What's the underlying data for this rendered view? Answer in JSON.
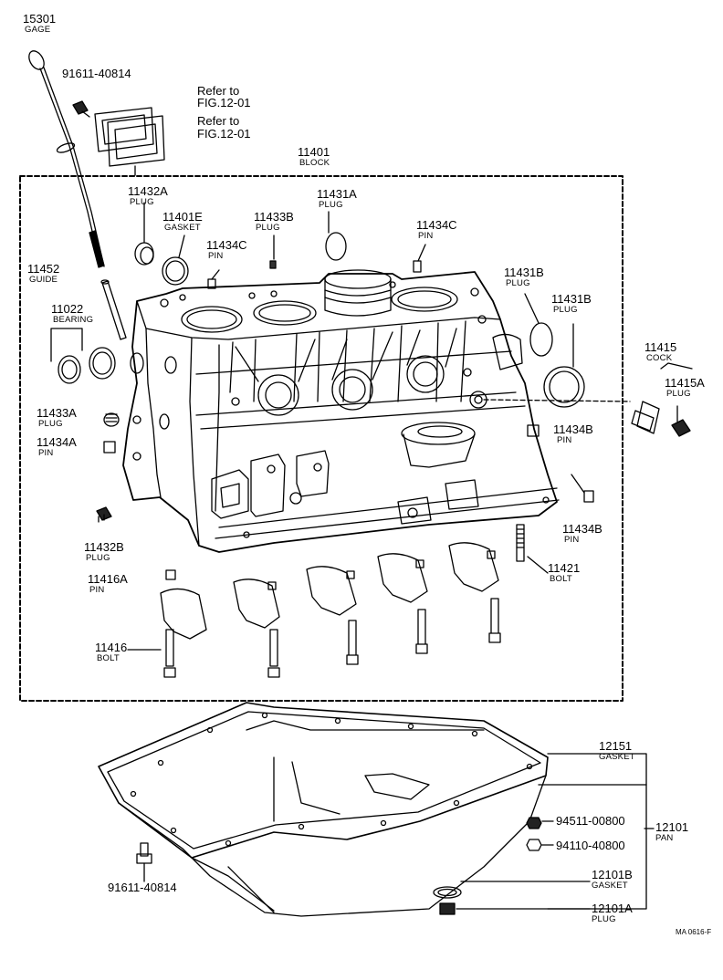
{
  "labels": {
    "p15301": {
      "num": "15301",
      "name": "GAGE"
    },
    "p91611_top": {
      "num": "91611-40814"
    },
    "ref1": {
      "l1": "Refer to",
      "l2": "FIG.12-01"
    },
    "ref2": {
      "l1": "Refer to",
      "l2": "FIG.12-01"
    },
    "p11401": {
      "num": "11401",
      "name": "BLOCK"
    },
    "p11432A": {
      "num": "11432A",
      "name": "PLUG"
    },
    "p11401E": {
      "num": "11401E",
      "name": "GASKET"
    },
    "p11433B": {
      "num": "11433B",
      "name": "PLUG"
    },
    "p11434C_a": {
      "num": "11434C",
      "name": "PIN"
    },
    "p11431A": {
      "num": "11431A",
      "name": "PLUG"
    },
    "p11434C_b": {
      "num": "11434C",
      "name": "PIN"
    },
    "p11452": {
      "num": "11452",
      "name": "GUIDE"
    },
    "p11022": {
      "num": "11022",
      "name": "BEARING"
    },
    "p11431B_a": {
      "num": "11431B",
      "name": "PLUG"
    },
    "p11431B_b": {
      "num": "11431B",
      "name": "PLUG"
    },
    "p11415": {
      "num": "11415",
      "name": "COCK"
    },
    "p11415A": {
      "num": "11415A",
      "name": "PLUG"
    },
    "p11433A": {
      "num": "11433A",
      "name": "PLUG"
    },
    "p11434A": {
      "num": "11434A",
      "name": "PIN"
    },
    "p11434B_a": {
      "num": "11434B",
      "name": "PIN"
    },
    "p11434B_b": {
      "num": "11434B",
      "name": "PIN"
    },
    "p11432B": {
      "num": "11432B",
      "name": "PLUG"
    },
    "p11421": {
      "num": "11421",
      "name": "BOLT"
    },
    "p11416A": {
      "num": "11416A",
      "name": "PIN"
    },
    "p11416": {
      "num": "11416",
      "name": "BOLT"
    },
    "p12151": {
      "num": "12151",
      "name": "GASKET"
    },
    "p12101": {
      "num": "12101",
      "name": "PAN"
    },
    "p94511": {
      "num": "94511-00800"
    },
    "p94110": {
      "num": "94110-40800"
    },
    "p12101B": {
      "num": "12101B",
      "name": "GASKET"
    },
    "p12101A": {
      "num": "12101A",
      "name": "PLUG"
    },
    "p91611_bot": {
      "num": "91611-40814"
    }
  },
  "footer": {
    "code": "MA 0616-F"
  }
}
